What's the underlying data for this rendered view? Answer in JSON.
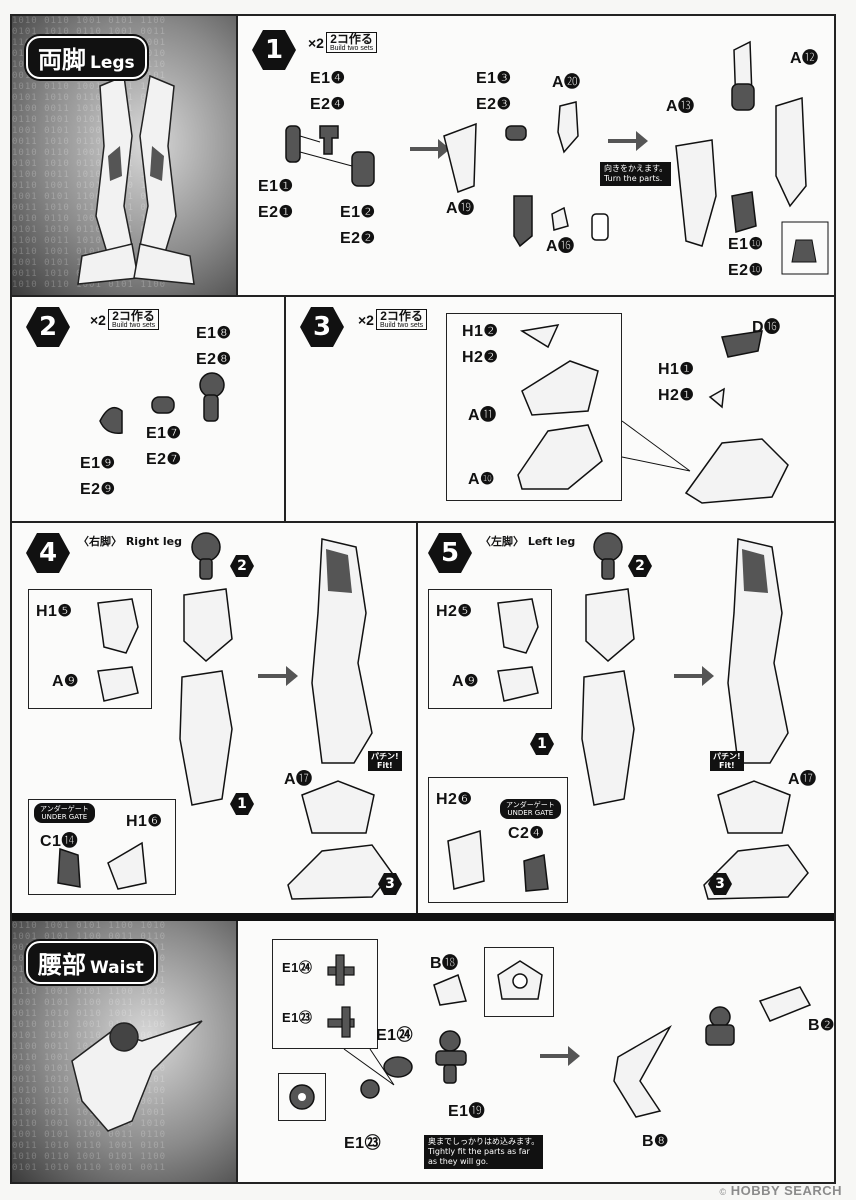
{
  "legs_banner": {
    "title_jp": "両脚",
    "title_en": "Legs"
  },
  "waist_banner": {
    "title_jp": "腰部",
    "title_en": "Waist"
  },
  "build_two": {
    "mult": "×2",
    "jp": "2コ作る",
    "en": "Build two sets"
  },
  "step1": {
    "number": "1",
    "labels": [
      "E1❹",
      "E2❹",
      "E1❶",
      "E2❶",
      "E1❷",
      "E2❷",
      "E1❸",
      "E2❸",
      "A⓴",
      "A⓳",
      "A⓰",
      "A⓭",
      "A⓬",
      "E1❿",
      "E2❿"
    ],
    "turn_note": "向きをかえます。\nTurn the parts."
  },
  "step2": {
    "number": "2",
    "labels": [
      "E1❽",
      "E2❽",
      "E1❼",
      "E2❼",
      "E1❾",
      "E2❾"
    ]
  },
  "step3": {
    "number": "3",
    "labels": [
      "H1❷",
      "H2❷",
      "A⓫",
      "A❿",
      "D⓰",
      "H1❶",
      "H2❶"
    ]
  },
  "step4": {
    "number": "4",
    "side_label": "〈右脚〉 Right leg",
    "labels": [
      "H1❺",
      "A❾",
      "H1❻",
      "C1⓮",
      "A⓱"
    ],
    "ref_steps": [
      "2",
      "1",
      "3"
    ],
    "gate_jp": "アンダーゲート",
    "gate_en": "UNDER GATE",
    "fit_jp": "パチン!",
    "fit_en": "Fit!"
  },
  "step5": {
    "number": "5",
    "side_label": "〈左脚〉 Left leg",
    "labels": [
      "H2❺",
      "A❾",
      "H2❻",
      "C2❹",
      "A⓱"
    ],
    "ref_steps": [
      "2",
      "1",
      "3"
    ],
    "gate_jp": "アンダーゲート",
    "gate_en": "UNDER GATE",
    "fit_jp": "パチン!",
    "fit_en": "Fit!"
  },
  "waist": {
    "labels": [
      "E1㉔",
      "E1㉓",
      "B⓲",
      "E1㉔",
      "E1⓳",
      "E1㉓",
      "B❷",
      "B❽"
    ],
    "tight_note": "奥までしっかりはめ込みます。\nTightly fit the parts as far\nas they will go."
  },
  "watermark": {
    "text": "HOBBY SEARCH",
    "reg": "©"
  }
}
